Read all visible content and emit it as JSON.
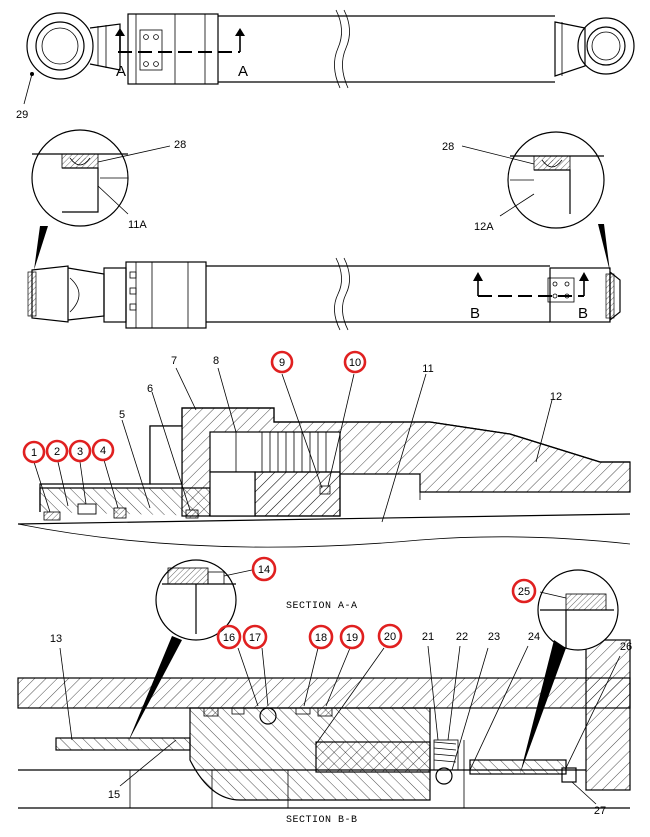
{
  "drawing": {
    "section_a_label": "SECTION A-A",
    "section_b_label": "SECTION B-B",
    "view_markers": {
      "a_left": "A",
      "a_right": "A",
      "b_left": "B",
      "b_right": "B"
    },
    "highlight_color": "#e02020",
    "callouts": {
      "c1": "1",
      "c2": "2",
      "c3": "3",
      "c4": "4",
      "c5": "5",
      "c6": "6",
      "c7": "7",
      "c8": "8",
      "c9": "9",
      "c10": "10",
      "c11": "11",
      "c12": "12",
      "c13": "13",
      "c14": "14",
      "c15": "15",
      "c16": "16",
      "c17": "17",
      "c18": "18",
      "c19": "19",
      "c20": "20",
      "c21": "21",
      "c22": "22",
      "c23": "23",
      "c24": "24",
      "c25": "25",
      "c26": "26",
      "c27": "27",
      "c28a": "28",
      "c28b": "28",
      "c29": "29",
      "c11a": "11A",
      "c12a": "12A"
    }
  }
}
